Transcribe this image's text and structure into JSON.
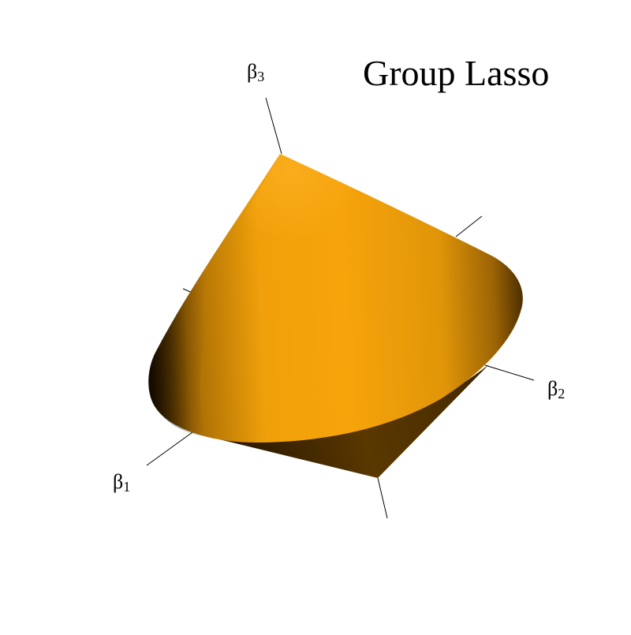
{
  "title": "Group Lasso",
  "axes": {
    "beta1": {
      "symbol": "β",
      "index": "1"
    },
    "beta2": {
      "symbol": "β",
      "index": "2"
    },
    "beta3": {
      "symbol": "β",
      "index": "3"
    }
  },
  "colors": {
    "surface_light": "#f7a40a",
    "surface_dark": "#3a2200",
    "axis_line": "#000000",
    "background": "#ffffff"
  }
}
